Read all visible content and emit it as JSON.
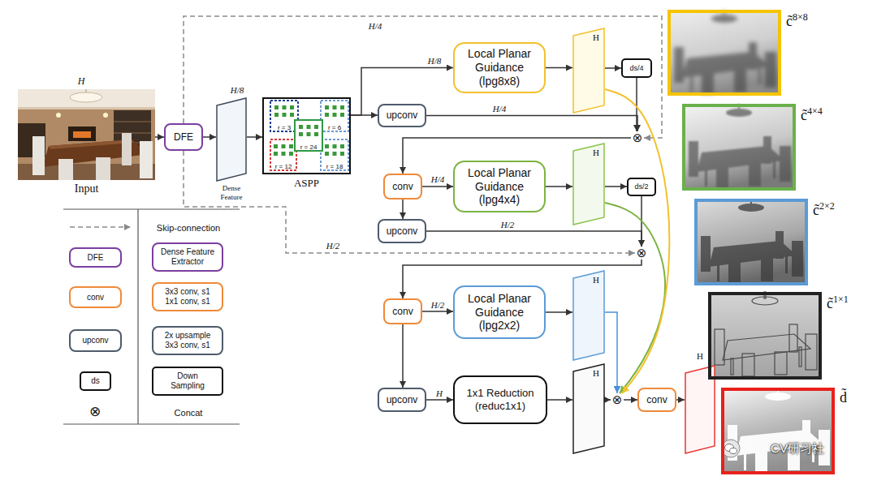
{
  "diagram": {
    "nodes": [
      {
        "text": [
          "Input"
        ]
      },
      {
        "text": [
          "DFE"
        ]
      },
      {
        "text": [
          "Dense Feature"
        ]
      },
      {
        "text": [
          "ASPP"
        ]
      },
      {
        "text": [
          "Local Planar Guidance (lpg8x8)"
        ]
      },
      {
        "text": [
          "upconv"
        ]
      },
      {
        "text": [
          "H"
        ]
      },
      {
        "text": [
          "ds/4"
        ]
      },
      {
        "text": [
          "⊗"
        ]
      },
      {
        "text": [
          "conv"
        ]
      },
      {
        "text": [
          "Local Planar Guidance (lpg4x4)"
        ]
      },
      {
        "text": [
          "H"
        ]
      },
      {
        "text": [
          "ds/2"
        ]
      },
      {
        "text": [
          "upconv"
        ]
      },
      {
        "text": [
          "⊗"
        ]
      },
      {
        "text": [
          "conv"
        ]
      },
      {
        "text": [
          "Local Planar Guidance (lpg2x2)"
        ]
      },
      {
        "text": [
          "H"
        ]
      },
      {
        "text": [
          "upconv"
        ]
      },
      {
        "text": [
          "1x1 Reduction (reduc1x1)"
        ]
      },
      {
        "text": [
          "H"
        ]
      },
      {
        "text": [
          "⊗"
        ]
      },
      {
        "text": [
          "conv"
        ]
      },
      {
        "text": [
          "H"
        ]
      },
      {
        "text": [
          "c̃",
          "8×8"
        ]
      },
      {
        "text": [
          "c̃",
          "4×4"
        ]
      },
      {
        "text": [
          "c̃",
          "2×2"
        ]
      },
      {
        "text": [
          "c̃",
          "1×1"
        ]
      },
      {
        "text": [
          "d̃"
        ]
      }
    ],
    "edges": [
      {
        "from": 0,
        "to": 1,
        "arrow": "to"
      },
      {
        "from": 1,
        "to": 2,
        "arrow": "to"
      },
      {
        "from": 2,
        "to": 3,
        "arrow": "to"
      },
      {
        "from": 3,
        "to": 4,
        "arrow": "to",
        "label": "H/8"
      },
      {
        "from": 3,
        "to": 5,
        "arrow": "to"
      },
      {
        "from": 1,
        "to": 8,
        "arrow": "to",
        "label": "H/4"
      },
      {
        "from": 4,
        "to": 6,
        "arrow": "to"
      },
      {
        "from": 6,
        "to": 7,
        "arrow": "to"
      },
      {
        "from": 7,
        "to": 8,
        "arrow": "to"
      },
      {
        "from": 5,
        "to": 8,
        "arrow": "to",
        "label": "H/4"
      },
      {
        "from": 8,
        "to": 9,
        "arrow": "to"
      },
      {
        "from": 9,
        "to": 10,
        "arrow": "to",
        "label": "H/4"
      },
      {
        "from": 9,
        "to": 13,
        "arrow": "to"
      },
      {
        "from": 10,
        "to": 11,
        "arrow": "to"
      },
      {
        "from": 11,
        "to": 12,
        "arrow": "to"
      },
      {
        "from": 12,
        "to": 14,
        "arrow": "to"
      },
      {
        "from": 13,
        "to": 14,
        "arrow": "to",
        "label": "H/2"
      },
      {
        "from": 1,
        "to": 14,
        "arrow": "to",
        "label": "H/2"
      },
      {
        "from": 14,
        "to": 15,
        "arrow": "to"
      },
      {
        "from": 15,
        "to": 16,
        "arrow": "to",
        "label": "H/2"
      },
      {
        "from": 15,
        "to": 18,
        "arrow": "to"
      },
      {
        "from": 16,
        "to": 17,
        "arrow": "to"
      },
      {
        "from": 18,
        "to": 19,
        "arrow": "to",
        "label": "H"
      },
      {
        "from": 19,
        "to": 20,
        "arrow": "to"
      },
      {
        "from": 17,
        "to": 21,
        "arrow": "to"
      },
      {
        "from": 11,
        "to": 21,
        "arrow": "to"
      },
      {
        "from": 6,
        "to": 21,
        "arrow": "to"
      },
      {
        "from": 20,
        "to": 21,
        "arrow": "to"
      },
      {
        "from": 21,
        "to": 22,
        "arrow": "to"
      },
      {
        "from": 22,
        "to": 23,
        "arrow": "to"
      }
    ],
    "labels": [
      "H",
      "H/8",
      "r = 3",
      "r = 6",
      "r = 24",
      "r = 12",
      "r = 18",
      "CV研习社",
      "DFE",
      "conv",
      "upconv",
      "ds",
      "⊗"
    ],
    "legend": [
      {
        "text": "Skip-connection"
      },
      {
        "text": "Dense Feature Extractor"
      },
      {
        "text": "3x3 conv, s1 1x1 conv, s1"
      },
      {
        "text": "2x upsample 3x3 conv, s1"
      },
      {
        "text": "Down Sampling"
      },
      {
        "text": "Concat"
      }
    ]
  }
}
